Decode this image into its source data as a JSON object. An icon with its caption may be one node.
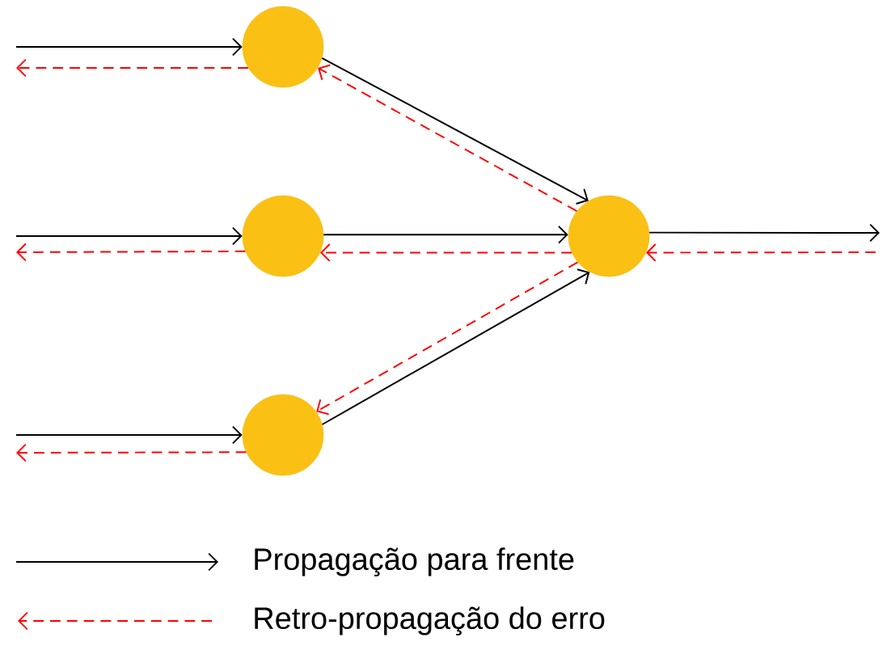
{
  "diagram": {
    "nodes": [
      {
        "text": [],
        "shape": "circle"
      },
      {
        "text": [],
        "shape": "circle"
      },
      {
        "text": [],
        "shape": "circle"
      },
      {
        "text": [],
        "shape": "circle"
      }
    ],
    "edges": [
      {
        "from": null,
        "to": 0,
        "arrow": "to"
      },
      {
        "from": 0,
        "to": null,
        "arrow": "to",
        "style": "dashed",
        "color": "#ff0000"
      },
      {
        "from": null,
        "to": 1,
        "arrow": "to"
      },
      {
        "from": 1,
        "to": null,
        "arrow": "to",
        "style": "dashed",
        "color": "#ff0000"
      },
      {
        "from": null,
        "to": 2,
        "arrow": "to"
      },
      {
        "from": 2,
        "to": null,
        "arrow": "to",
        "style": "dashed",
        "color": "#ff0000"
      },
      {
        "from": 0,
        "to": 3,
        "arrow": "to"
      },
      {
        "from": 3,
        "to": 0,
        "arrow": "to",
        "style": "dashed",
        "color": "#ff0000"
      },
      {
        "from": 1,
        "to": 3,
        "arrow": "to"
      },
      {
        "from": 3,
        "to": 1,
        "arrow": "to",
        "style": "dashed",
        "color": "#ff0000"
      },
      {
        "from": 2,
        "to": 3,
        "arrow": "to"
      },
      {
        "from": 3,
        "to": 2,
        "arrow": "to",
        "style": "dashed",
        "color": "#ff0000"
      },
      {
        "from": 3,
        "to": null,
        "arrow": "to"
      },
      {
        "from": null,
        "to": 3,
        "arrow": "to",
        "style": "dashed",
        "color": "#ff0000"
      }
    ],
    "legend": [
      {
        "text": "Propagação para frente"
      },
      {
        "text": "Retro-propagação do erro"
      }
    ]
  }
}
